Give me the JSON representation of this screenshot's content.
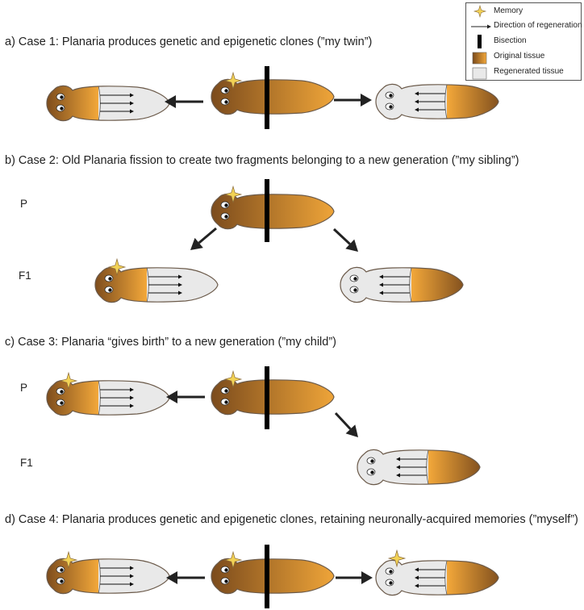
{
  "legend": {
    "memory": "Memory",
    "direction": "Direction of regeneration",
    "bisection": "Bisection",
    "original": "Original tissue",
    "regenerated": "Regenerated tissue"
  },
  "cases": [
    {
      "caption": "a) Case 1: Planaria produces genetic and epigenetic clones (”my twin”)"
    },
    {
      "caption": "b) Case 2: Old Planaria fission to create two fragments belonging to a new generation (”my sibling”)",
      "gen_p": "P",
      "gen_f1": "F1"
    },
    {
      "caption": "c) Case 3: Planaria “gives birth” to a new generation (”my child”)",
      "gen_p": "P",
      "gen_f1": "F1"
    },
    {
      "caption": "d) Case 4: Planaria produces genetic and epigenetic clones, retaining neuronally-acquired memories (”myself”)"
    }
  ],
  "colors": {
    "original_dark": "#7a4a1c",
    "original_light": "#f3a83a",
    "regenerated": "#e9e9e9",
    "memory_star": "#f2d255"
  }
}
